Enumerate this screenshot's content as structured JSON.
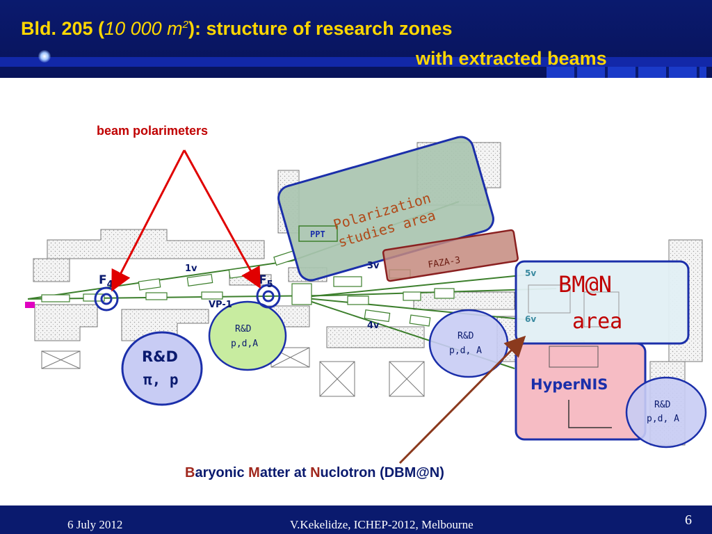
{
  "header": {
    "title_prefix": "Bld. 205 (",
    "title_area": "10 000 m",
    "title_sup": "2",
    "title_suffix": "): structure of research zones",
    "title_line2": "with extracted beams"
  },
  "annotations": {
    "beam_polarimeters": "beam polarimeters",
    "dbm_b": "B",
    "dbm_aryonic": "aryonic ",
    "dbm_m": "M",
    "dbm_atter": "atter at ",
    "dbm_n": "N",
    "dbm_rest": "uclotron (DBM@N)"
  },
  "zones": {
    "polarization": {
      "line1": "Polarization",
      "line2": "studies area"
    },
    "ppt": "PPT",
    "faza": "FAZA-3",
    "bmn": {
      "line1": "BM@N",
      "line2": "area"
    },
    "hypernis": "HyperNIS",
    "rd_pi": {
      "line1": "R&D",
      "line2": "π, p"
    },
    "rd_center": {
      "line1": "R&D",
      "line2": "p,d,A"
    },
    "rd_right": {
      "line1": "R&D",
      "line2": "p,d, A"
    },
    "rd_far": {
      "line1": "R&D",
      "line2": "p,d, A"
    }
  },
  "beamlines": {
    "f4": "F",
    "f4_sub": "4",
    "f5": "F",
    "f5_sub": "5",
    "l1v": "1v",
    "l3v": "3v",
    "l4v": "4v",
    "l5v": "5v",
    "l6v": "6v",
    "vp1": "VP-1"
  },
  "footer": {
    "date": "6 July 2012",
    "author": "V.Kekelidze, ICHEP-2012, Melbourne",
    "page": "6"
  },
  "colors": {
    "title": "#ffd700",
    "header_bg": "#0a1a6e",
    "arrow_red": "#e00000",
    "arrow_brown": "#8b3a1e",
    "polarization_fill": "#a9c4b0",
    "faza_fill": "#c48a7e",
    "bmn_fill": "#e2eff4",
    "hypernis_fill": "#f6bcc4",
    "rd_blue_fill": "#c8ccf4",
    "rd_green_fill": "#c8eca0",
    "beamline": "#3c7f2c"
  }
}
